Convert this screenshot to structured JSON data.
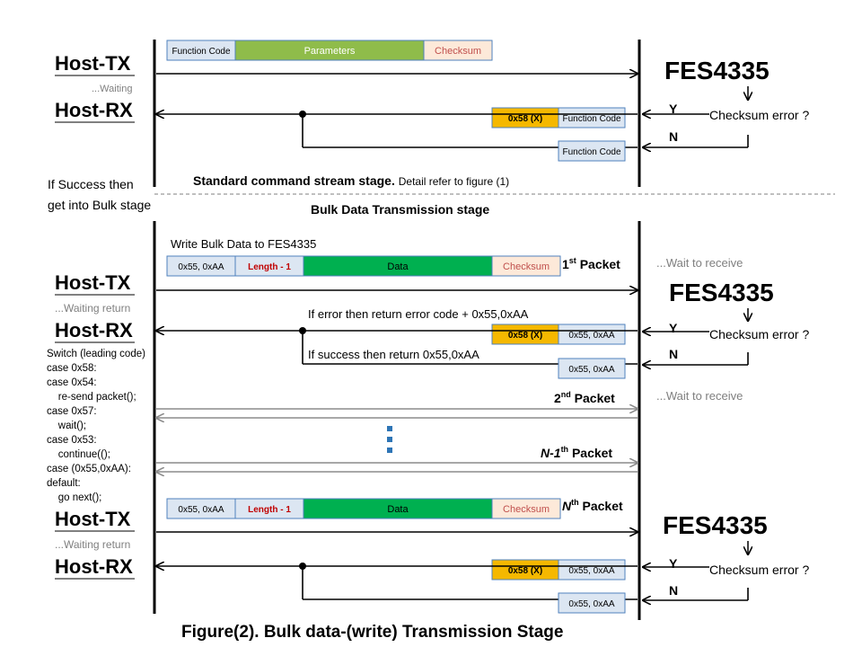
{
  "top_block": {
    "host_tx": "Host-TX",
    "waiting": "...Waiting",
    "host_rx": "Host-RX",
    "fes": "FES4335",
    "cmd_fields": [
      "Function Code",
      "Parameters",
      "Checksum"
    ],
    "reply_error_code": "0x58 (X)",
    "reply_function_code": "Function Code",
    "reply_success": "Function Code",
    "yes": "Y",
    "no": "N",
    "checksum_question": "Checksum error ?",
    "stage_caption_bold": "Standard command stream stage.",
    "stage_caption_rest": "Detail refer to figure (1)",
    "if_success_line1": "If Success then",
    "if_success_line2": "get into Bulk stage"
  },
  "bulk_title": "Bulk Data Transmission stage",
  "bulk_block": {
    "write_title": "Write Bulk Data to FES4335",
    "packet_fields": [
      "0x55, 0xAA",
      "Length - 1",
      "Data",
      "Checksum"
    ],
    "first_packet_num": "1",
    "first_packet_sup": "st",
    "packet_word": " Packet",
    "wait_receive": "...Wait to receive",
    "host_tx": "Host-TX",
    "waiting_return": "...Waiting return",
    "host_rx": "Host-RX",
    "fes": "FES4335",
    "if_error": "If error then return error code + 0x55,0xAA",
    "if_success": "If success then return 0x55,0xAA",
    "reply_error_code": "0x58 (X)",
    "reply_header": "0x55, 0xAA",
    "reply_success": "0x55, 0xAA",
    "yes": "Y",
    "no": "N",
    "checksum_question": "Checksum error ?",
    "second_packet_num": "2",
    "second_packet_sup": "nd",
    "wait_receive2": "...Wait to receive",
    "n1_packet_num": "N-1",
    "n1_packet_sup": "th",
    "code_lines": [
      "Switch (leading code)",
      "case 0x58:",
      "case 0x54:",
      "    re-send packet();",
      "case 0x57:",
      "    wait();",
      "case 0x53:",
      "    continue(();",
      "case (0x55,0xAA):",
      "default:",
      "    go next();"
    ]
  },
  "last_block": {
    "packet_fields": [
      "0x55, 0xAA",
      "Length - 1",
      "Data",
      "Checksum"
    ],
    "n_packet_num": "N",
    "n_packet_sup": "th",
    "host_tx": "Host-TX",
    "waiting_return": "...Waiting return",
    "host_rx": "Host-RX",
    "fes": "FES4335",
    "reply_error_code": "0x58 (X)",
    "reply_header": "0x55, 0xAA",
    "reply_success": "0x55, 0xAA",
    "yes": "Y",
    "no": "N",
    "checksum_question": "Checksum error ?"
  },
  "figure_caption": "Figure(2). Bulk data-(write) Transmission Stage",
  "colors": {
    "light_blue": "#dce6f2",
    "green_light": "#8fbc4a",
    "green_dark": "#00b050",
    "peach": "#fde9d9",
    "gold": "#f5b800",
    "border_blue": "#4f81bd",
    "dark_red": "#c00000",
    "gray_arrow": "#a6a6a6",
    "dots_blue": "#2e75b6"
  }
}
